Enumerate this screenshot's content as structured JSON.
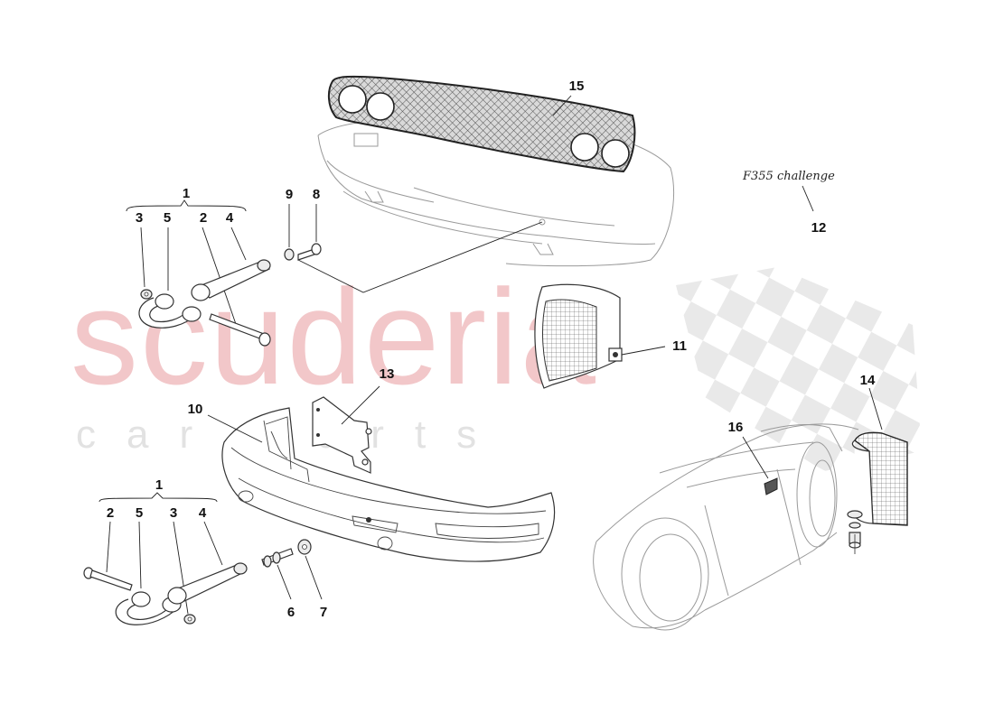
{
  "watermark": {
    "brand": "scuderia",
    "sub": "car parts"
  },
  "emblem": {
    "text": "F355 challenge"
  },
  "callouts": {
    "c1_top": "1",
    "c3_top": "3",
    "c5_top": "5",
    "c2_top": "2",
    "c4_top": "4",
    "c9": "9",
    "c8": "8",
    "c15": "15",
    "c12": "12",
    "c11": "11",
    "c13": "13",
    "c10": "10",
    "c14": "14",
    "c16": "16",
    "c1_bot": "1",
    "c2_bot": "2",
    "c5_bot": "5",
    "c3_bot": "3",
    "c4_bot": "4",
    "c6": "6",
    "c7": "7"
  }
}
